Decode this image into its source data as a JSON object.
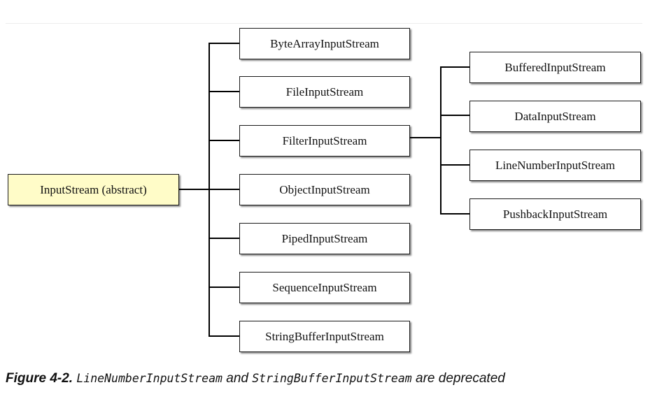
{
  "diagram": {
    "root": {
      "label": "InputStream (abstract)"
    },
    "subclasses": [
      {
        "label": "ByteArrayInputStream"
      },
      {
        "label": "FileInputStream"
      },
      {
        "label": "FilterInputStream"
      },
      {
        "label": "ObjectInputStream"
      },
      {
        "label": "PipedInputStream"
      },
      {
        "label": "SequenceInputStream"
      },
      {
        "label": "StringBufferInputStream"
      }
    ],
    "filter_subclasses": [
      {
        "label": "BufferedInputStream"
      },
      {
        "label": "DataInputStream"
      },
      {
        "label": "LineNumberInputStream"
      },
      {
        "label": "PushbackInputStream"
      }
    ]
  },
  "caption": {
    "figure": "Figure 4-2.",
    "term1": "LineNumberInputStream",
    "and": "and",
    "term2": "StringBufferInputStream",
    "rest": "are deprecated"
  }
}
